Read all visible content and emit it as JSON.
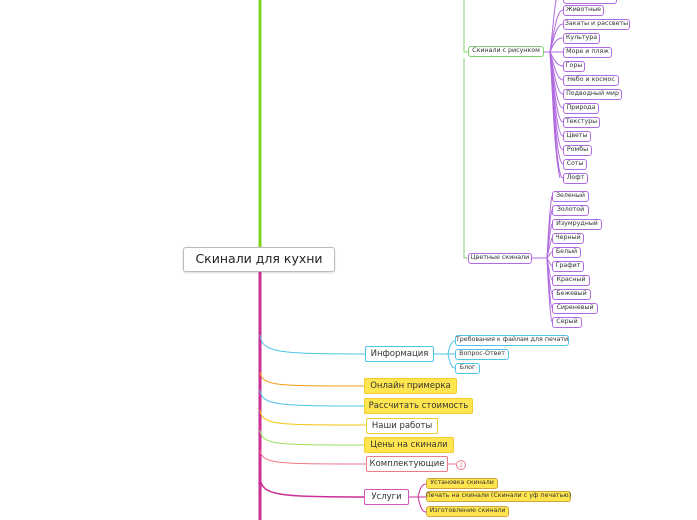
{
  "root": "Скинали для кухни",
  "with_pattern": {
    "label": "Скинали с рисунком",
    "items": [
      "Животные",
      "Закаты и рассветы",
      "Культура",
      "Море и пляж",
      "Горы",
      "Небо и космос",
      "Подводный мир",
      "Природа",
      "Текстуры",
      "Цветы",
      "Ромбы",
      "Соты",
      "Лофт"
    ]
  },
  "colored": {
    "label": "Цветные скинали",
    "items": [
      "Зеленый",
      "Золотой",
      "Изумрудный",
      "Черный",
      "Белый",
      "Графит",
      "Красный",
      "Бежевый",
      "Сиреневый",
      "Серый"
    ]
  },
  "info": {
    "label": "Информация",
    "items": [
      "Требования к файлам для печати",
      "Вопрос-Ответ",
      "Блог"
    ]
  },
  "online_fitting": "Онлайн примерка",
  "calc_cost": "Рассчитать стоимость",
  "our_works": "Наши работы",
  "prices": "Цены на скинали",
  "components": {
    "label": "Комплектующие",
    "badge": "2"
  },
  "services": {
    "label": "Услуги",
    "items": [
      "Установка скинали",
      "Печать на скинали (Скинали с уф печатью)",
      "Изготовление скинали"
    ]
  },
  "colors": {
    "green": "#7ed36f",
    "purple": "#b06be0",
    "blue": "#4fc3e8",
    "pink": "#d455b8",
    "yellow": "#ffe54f"
  }
}
